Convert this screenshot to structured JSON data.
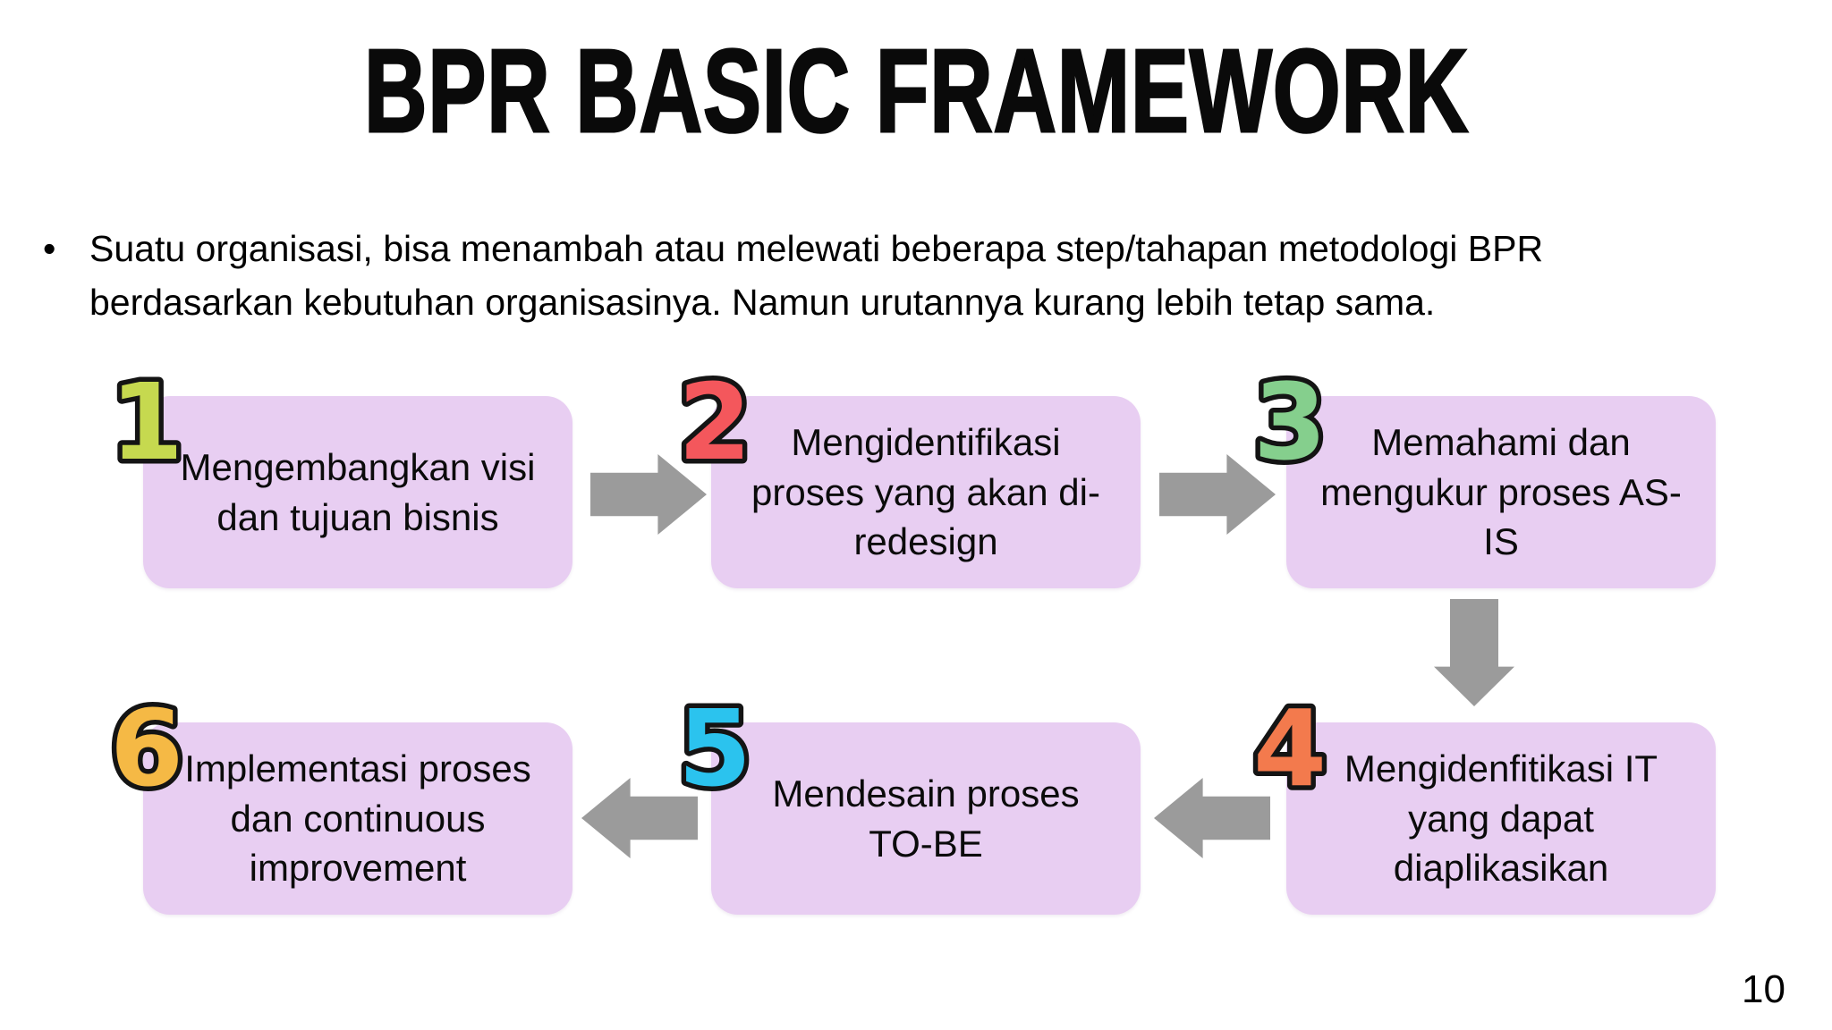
{
  "slide": {
    "title": "BPR BASIC FRAMEWORK",
    "bullet": {
      "marker": "•",
      "text": "Suatu organisasi, bisa menambah atau melewati beberapa step/tahapan metodologi BPR\nberdasarkan kebutuhan organisasinya. Namun urutannya kurang lebih tetap sama."
    },
    "page_number": "10"
  },
  "colors": {
    "box_fill": "#e8cef2",
    "arrow_gray": "#9b9b9b",
    "number_outline": "#141414"
  },
  "steps": [
    {
      "number": "1",
      "color": "#c6d94f",
      "label": "Mengembangkan visi\ndan tujuan bisnis"
    },
    {
      "number": "2",
      "color": "#f4575c",
      "label": "Mengidentifikasi\nproses yang akan di-\nredesign"
    },
    {
      "number": "3",
      "color": "#85cf8d",
      "label": "Memahami dan\nmengukur proses AS-IS"
    },
    {
      "number": "4",
      "color": "#f37a4d",
      "label": "Mengidenfitikasi IT\nyang dapat\ndiaplikasikan"
    },
    {
      "number": "5",
      "color": "#2bc3ee",
      "label": "Mendesain proses\nTO-BE"
    },
    {
      "number": "6",
      "color": "#f5b945",
      "label": "Implementasi proses\ndan continuous\nimprovement"
    }
  ]
}
